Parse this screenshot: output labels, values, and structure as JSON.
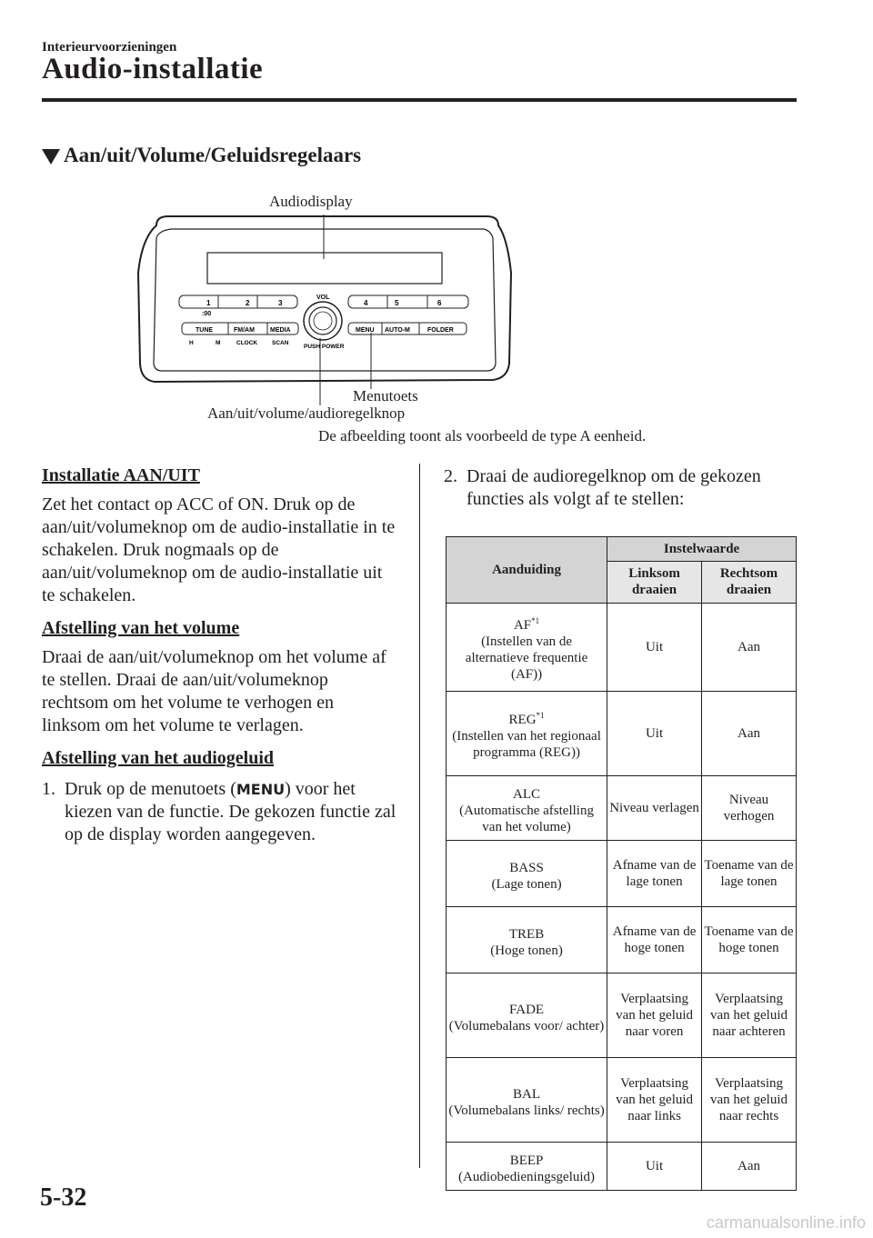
{
  "header": {
    "section": "Interieurvoorzieningen",
    "title": "Audio-installatie"
  },
  "section_title": "Aan/uit/Volume/Geluidsregelaars",
  "figure": {
    "labels": {
      "audiodisplay": "Audiodisplay",
      "menutoets": "Menutoets",
      "knop": "Aan/uit/volume/audioregelknop",
      "caption": "De afbeelding toont als voorbeeld de type A eenheid."
    },
    "unit_text": {
      "vol": "VOL",
      "push_power": "PUSH POWER",
      "preset_left": [
        "1",
        "2",
        "3"
      ],
      "preset_right": [
        "4",
        "5",
        "6"
      ],
      "zero": ":00",
      "tune": "TUNE",
      "fmam": "FM/AM",
      "media": "MEDIA",
      "menu": "MENU",
      "autom": "AUTO-M",
      "folder": "FOLDER",
      "h": "H",
      "m": "M",
      "clock": "CLOCK",
      "scan": "SCAN"
    }
  },
  "left_column": {
    "installatie_heading": "Installatie AAN/UIT",
    "installatie_text": "Zet het contact op ACC of ON. Druk op de aan/uit/volumeknop om de audio-installatie in te schakelen. Druk nogmaals op de aan/uit/volumeknop om de audio-installatie uit te schakelen.",
    "volume_heading": "Afstelling van het volume",
    "volume_text": "Draai de aan/uit/volumeknop om het volume af te stellen. Draai de aan/uit/volumeknop rechtsom om het volume te verhogen en linksom om het volume te verlagen.",
    "geluid_heading": "Afstelling van het audiogeluid",
    "step1_num": "1.",
    "step1_a": "Druk op de menutoets (",
    "step1_glyph": "MENU",
    "step1_b": ") voor het kiezen van de functie. De gekozen functie zal op de display worden aangegeven."
  },
  "right_column": {
    "step2_num": "2.",
    "step2_text": "Draai de audioregelknop om de gekozen functies als volgt af te stellen:"
  },
  "table": {
    "col_aanduiding": "Aanduiding",
    "col_instelwaarde": "Instelwaarde",
    "col_linksom": "Linksom draaien",
    "col_rechtsom": "Rechtsom draaien",
    "rows": [
      {
        "name": "AF",
        "sup": "*1",
        "desc": "(Instellen van de alternatieve frequentie (AF))",
        "left": "Uit",
        "right": "Aan"
      },
      {
        "name": "REG",
        "sup": "*1",
        "desc": "(Instellen van het regionaal programma (REG))",
        "left": "Uit",
        "right": "Aan"
      },
      {
        "name": "ALC",
        "sup": "",
        "desc": "(Automatische afstelling van het volume)",
        "left": "Niveau verlagen",
        "right": "Niveau verhogen"
      },
      {
        "name": "BASS",
        "sup": "",
        "desc": "(Lage tonen)",
        "left": "Afname van de lage tonen",
        "right": "Toename van de lage tonen"
      },
      {
        "name": "TREB",
        "sup": "",
        "desc": "(Hoge tonen)",
        "left": "Afname van de hoge tonen",
        "right": "Toename van de hoge tonen"
      },
      {
        "name": "FADE",
        "sup": "",
        "desc": "(Volumebalans voor/ achter)",
        "left": "Verplaatsing van het geluid naar voren",
        "right": "Verplaatsing van het geluid naar achteren"
      },
      {
        "name": "BAL",
        "sup": "",
        "desc": "(Volumebalans links/ rechts)",
        "left": "Verplaatsing van het geluid naar links",
        "right": "Verplaatsing van het geluid naar rechts"
      },
      {
        "name": "BEEP",
        "sup": "",
        "desc": "(Audiobedieningsgeluid)",
        "left": "Uit",
        "right": "Aan"
      }
    ]
  },
  "footer": {
    "page_number": "5-32",
    "watermark": "carmanualsonline.info"
  }
}
